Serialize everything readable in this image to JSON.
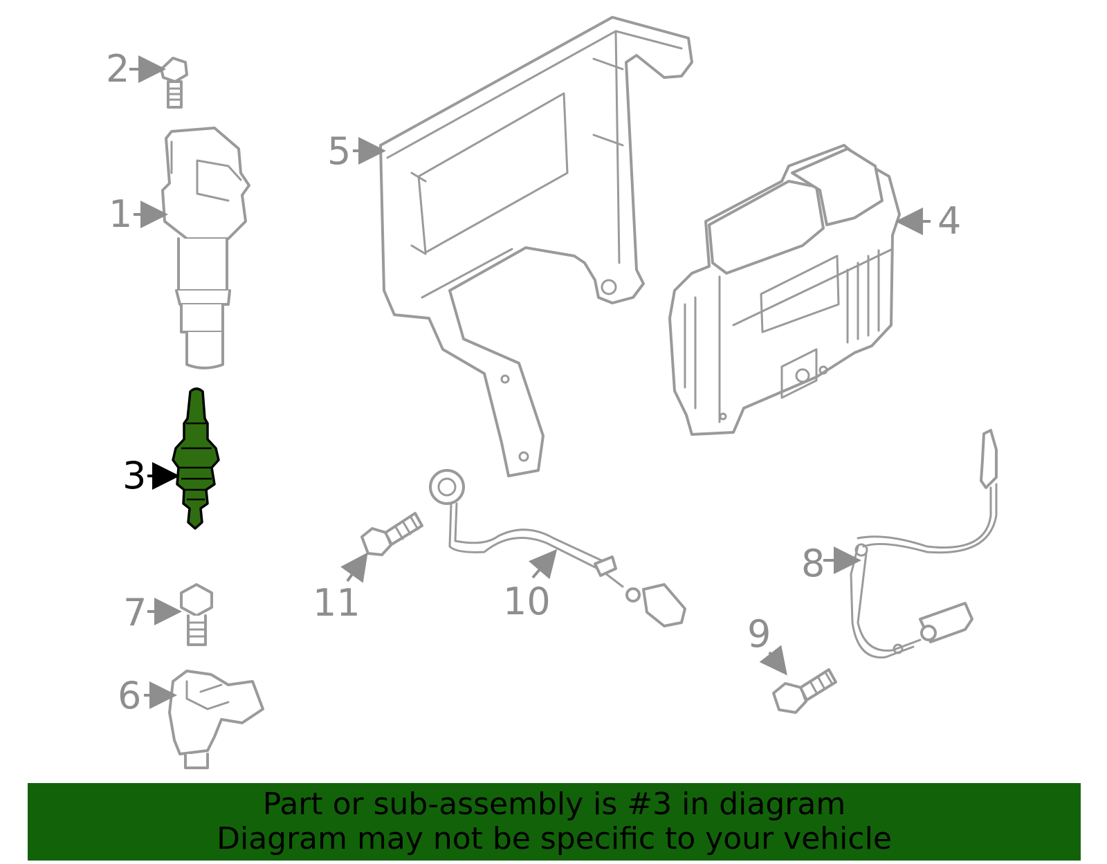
{
  "diagram": {
    "highlight_color": "#2f6e10",
    "callouts": [
      {
        "id": "1",
        "label": "1"
      },
      {
        "id": "2",
        "label": "2"
      },
      {
        "id": "3",
        "label": "3",
        "highlighted": true
      },
      {
        "id": "4",
        "label": "4"
      },
      {
        "id": "5",
        "label": "5"
      },
      {
        "id": "6",
        "label": "6"
      },
      {
        "id": "7",
        "label": "7"
      },
      {
        "id": "8",
        "label": "8"
      },
      {
        "id": "9",
        "label": "9"
      },
      {
        "id": "10",
        "label": "10"
      },
      {
        "id": "11",
        "label": "11"
      }
    ]
  },
  "banner": {
    "background": "#12620a",
    "line1": "Part or sub-assembly is #3 in diagram",
    "line2": "Diagram may not be specific to your vehicle"
  }
}
